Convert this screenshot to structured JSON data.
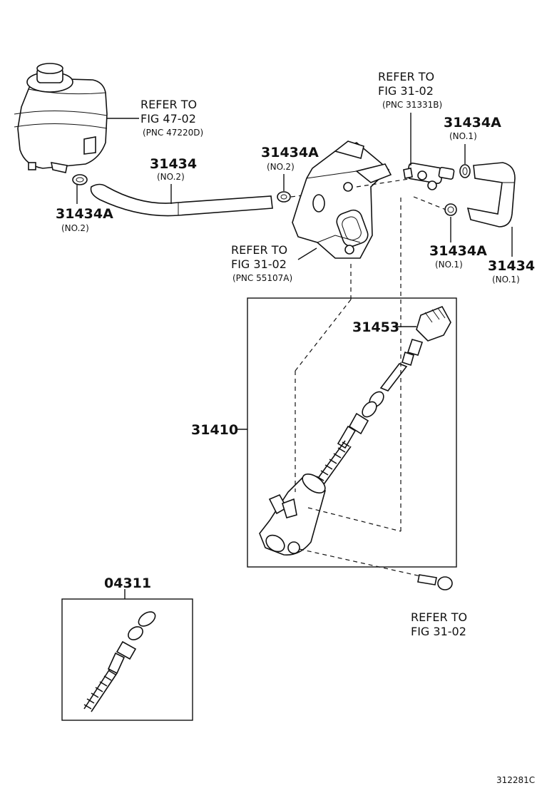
{
  "labels": {
    "reservoir_ref": [
      "REFER TO",
      "FIG 47-02",
      "(PNC 47220D)"
    ],
    "top_ref": [
      "REFER TO",
      "FIG 31-02",
      "(PNC 31331B)"
    ],
    "bracket_ref": [
      "REFER TO",
      "FIG 31-02",
      "(PNC 55107A)"
    ],
    "bolt_ref": [
      "REFER TO",
      "FIG 31-02"
    ],
    "p31434_left": "31434",
    "p31434_left_no": "(NO.2)",
    "p31434a_left": "31434A",
    "p31434a_left_no": "(NO.2)",
    "p31434a_mid": "31434A",
    "p31434a_mid_no": "(NO.2)",
    "p31434a_top": "31434A",
    "p31434a_top_no": "(NO.1)",
    "p31434a_right": "31434A",
    "p31434a_right_no": "(NO.1)",
    "p31434_right": "31434",
    "p31434_right_no": "(NO.1)",
    "p31453": "31453",
    "p31410": "31410",
    "p04311": "04311",
    "figure_code": "312281C"
  }
}
